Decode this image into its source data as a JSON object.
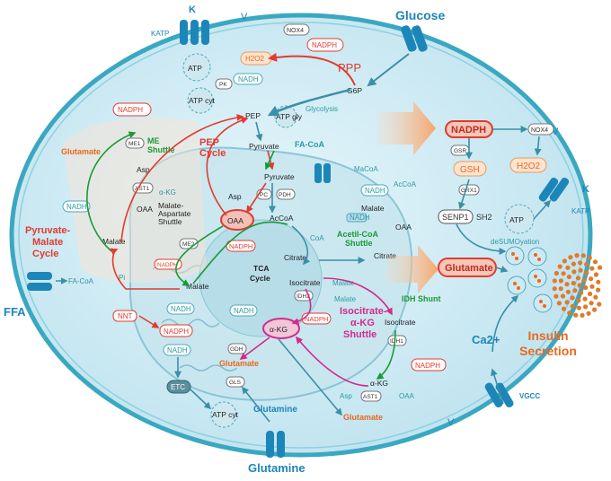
{
  "outside": {
    "glucose": "Glucose",
    "ffa": "FFA",
    "glutamine_bottom": "Glutamine",
    "insulin_secretion": "Insulin\nSecretion",
    "k_top": "K",
    "v_top": "V",
    "katp_top": "KATP",
    "k_right": "K",
    "v_right": "V",
    "katp_right": "KATP",
    "vgcc": "VGCC",
    "v_bottom": "V",
    "ca": "Ca2+",
    "fa_coa_left": "FA-CoA"
  },
  "cytosol": {
    "atp_top": "ATP",
    "nadph_top": "NADPH",
    "nox4_top": "NOX4",
    "h2o2_top": "H2O2",
    "ppp": "PPP",
    "g6p": "G6P",
    "nadh_top": "NADH",
    "pk": "PK",
    "atp_cyt_top": "ATP cyt",
    "pep": "PEP",
    "atp_gly": "ATP gly",
    "glycolysis": "Glycolysis",
    "nadph_left": "NADPH",
    "me1": "ME1",
    "me_shuttle": "ME\nShuttle",
    "glutamate_left": "Glutamate",
    "pep_cycle": "PEP\nCycle",
    "pyruvate_cyt": "Pyruvate",
    "asp_left": "Asp",
    "ast1": "AST1",
    "akg_left": "α-KG",
    "nadh_left": "NADH",
    "oaa_left": "OAA",
    "mas": "Malate-\nAspartate\nShuttle",
    "pmc": "Pyruvate-\nMalate\nCycle",
    "malate_left": "Malate",
    "me2": "ME2",
    "nadph_me2": "NADPH",
    "pi": "Pi",
    "malate_mid": "Malate",
    "nnt": "NNT",
    "nadph_nnt": "NADPH",
    "nadh_left2": "NADH",
    "nadh_etc": "NADH",
    "etc": "ETC",
    "atp_cyt_bottom": "ATP cyt",
    "glutamine_inner": "Glutamine",
    "gls": "GLS",
    "gdh": "GDH",
    "glutamate_mito": "Glutamate",
    "glutamate_bottom": "Glutamate"
  },
  "mito": {
    "pyruvate": "Pyruvate",
    "pc": "PC",
    "pdh": "PDH",
    "asp": "Asp",
    "oaa": "OAA",
    "accoa": "AcCoA",
    "nadph": "NADPH",
    "coa": "CoA",
    "tca": "TCA\nCycle",
    "citrate": "Citrate",
    "isocitrate": "Isocitrate",
    "idh2": "IDH2",
    "nadph_idh2": "NADPH",
    "nadh": "NADH",
    "akg": "α-KG",
    "malate_inner": "Malate"
  },
  "right_cyto": {
    "fa_coa": "FA-CoA",
    "macoa": "MaCoA",
    "accoa": "AcCoA",
    "nadh": "NADH",
    "malate": "Malate",
    "oaa": "OAA",
    "nadh_box": "NADH",
    "acetyl_shuttle": "Acetil-CoA\nShuttle",
    "citrate": "Citrate",
    "malate_r": "Malate",
    "isocitrate_akg_shuttle": "Isocitrate-\nα-KG\nShuttle",
    "idh_shunt": "IDH Shunt",
    "isocitrate": "Isocitrate",
    "idh1": "IDH1",
    "nadph_idh1": "NADPH",
    "akg": "α-KG",
    "oaa_r": "OAA",
    "asp_r": "Asp",
    "ast1_r": "AST1"
  },
  "right_panel": {
    "nadph": "NADPH",
    "nox4": "NOX4",
    "gsr": "GSR",
    "gsh": "GSH",
    "h2o2": "H2O2",
    "grx1": "GRX1",
    "senp1": "SENP1",
    "sh2": "SH2",
    "atp": "ATP",
    "desumo": "deSUMOyation",
    "glutamate": "Glutamate"
  },
  "colors": {
    "cell_fill": "#d4eef6",
    "cell_border": "#3aa8c0",
    "mito_fill": "#bfe1ec",
    "accent_red": "#e23b2e",
    "accent_green": "#1a9a35",
    "accent_magenta": "#d42a8c",
    "accent_orange": "#e86a1c",
    "accent_blue": "#1d86b8"
  }
}
